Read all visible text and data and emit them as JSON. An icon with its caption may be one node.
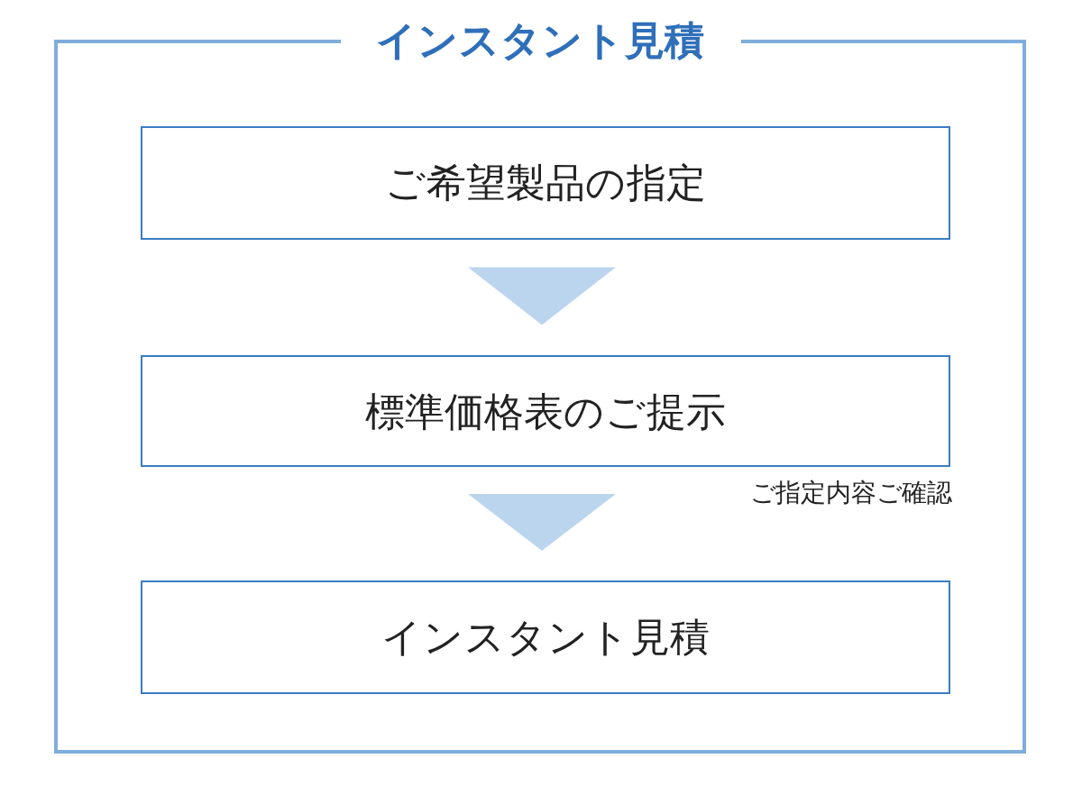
{
  "diagram": {
    "nodes": [
      {
        "text": [
          "インスタント見積"
        ]
      },
      {
        "text": [
          "ご希望製品の指定"
        ],
        "in": 0
      },
      {
        "text": [
          "標準価格表のご提示"
        ],
        "in": 0,
        "beside": [
          "ご指定内容ご確認"
        ]
      },
      {
        "text": [
          "インスタント見積"
        ],
        "in": 0
      }
    ],
    "edges": [
      {
        "from": 1,
        "to": 2,
        "arrow": "to"
      },
      {
        "from": 2,
        "to": 3,
        "arrow": "to"
      }
    ]
  }
}
